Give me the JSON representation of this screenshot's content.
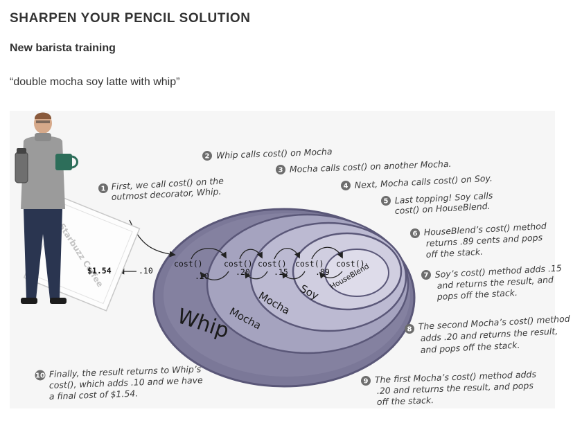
{
  "page": {
    "heading": "SHARPEN YOUR PENCIL SOLUTION",
    "subheading": "New barista training",
    "quote": "“double mocha soy latte with whip”"
  },
  "diagram": {
    "layers": {
      "whip": "Whip",
      "mocha_outer": "Mocha",
      "mocha_inner": "Mocha",
      "soy": "Soy",
      "houseblend": "HouseBlend"
    },
    "calls": [
      "cost()",
      "cost()",
      "cost()",
      "cost()",
      "cost()"
    ],
    "returns": {
      "houseblend": ".89",
      "soy": ".15",
      "mocha_inner": ".20",
      "mocha_outer": ".20",
      "whip": ".10",
      "total": "$1.54"
    },
    "napkin": "Starbuzz Coffee",
    "steps": [
      {
        "num": "1",
        "lines": [
          "First, we call cost() on the",
          "outmost decorator, Whip."
        ]
      },
      {
        "num": "2",
        "lines": [
          "Whip calls cost() on Mocha"
        ]
      },
      {
        "num": "3",
        "lines": [
          "Mocha calls cost() on another Mocha."
        ]
      },
      {
        "num": "4",
        "lines": [
          "Next, Mocha calls cost() on Soy."
        ]
      },
      {
        "num": "5",
        "lines": [
          "Last topping! Soy calls",
          "cost() on HouseBlend."
        ]
      },
      {
        "num": "6",
        "lines": [
          "HouseBlend’s cost() method",
          "returns .89 cents and pops",
          "off the stack."
        ]
      },
      {
        "num": "7",
        "lines": [
          "Soy’s cost() method adds .15",
          "and returns the result, and",
          "pops off the stack."
        ]
      },
      {
        "num": "8",
        "lines": [
          "The second Mocha’s cost() method",
          "adds .20 and returns the result,",
          "and pops off the stack."
        ]
      },
      {
        "num": "9",
        "lines": [
          "The first Mocha’s cost() method adds",
          ".20 and returns the result, and pops",
          "off the stack."
        ]
      },
      {
        "num": "10",
        "lines": [
          "Finally, the result returns to Whip’s",
          "cost(), which adds .10 and we have",
          "a final cost of $1.54."
        ]
      }
    ]
  }
}
